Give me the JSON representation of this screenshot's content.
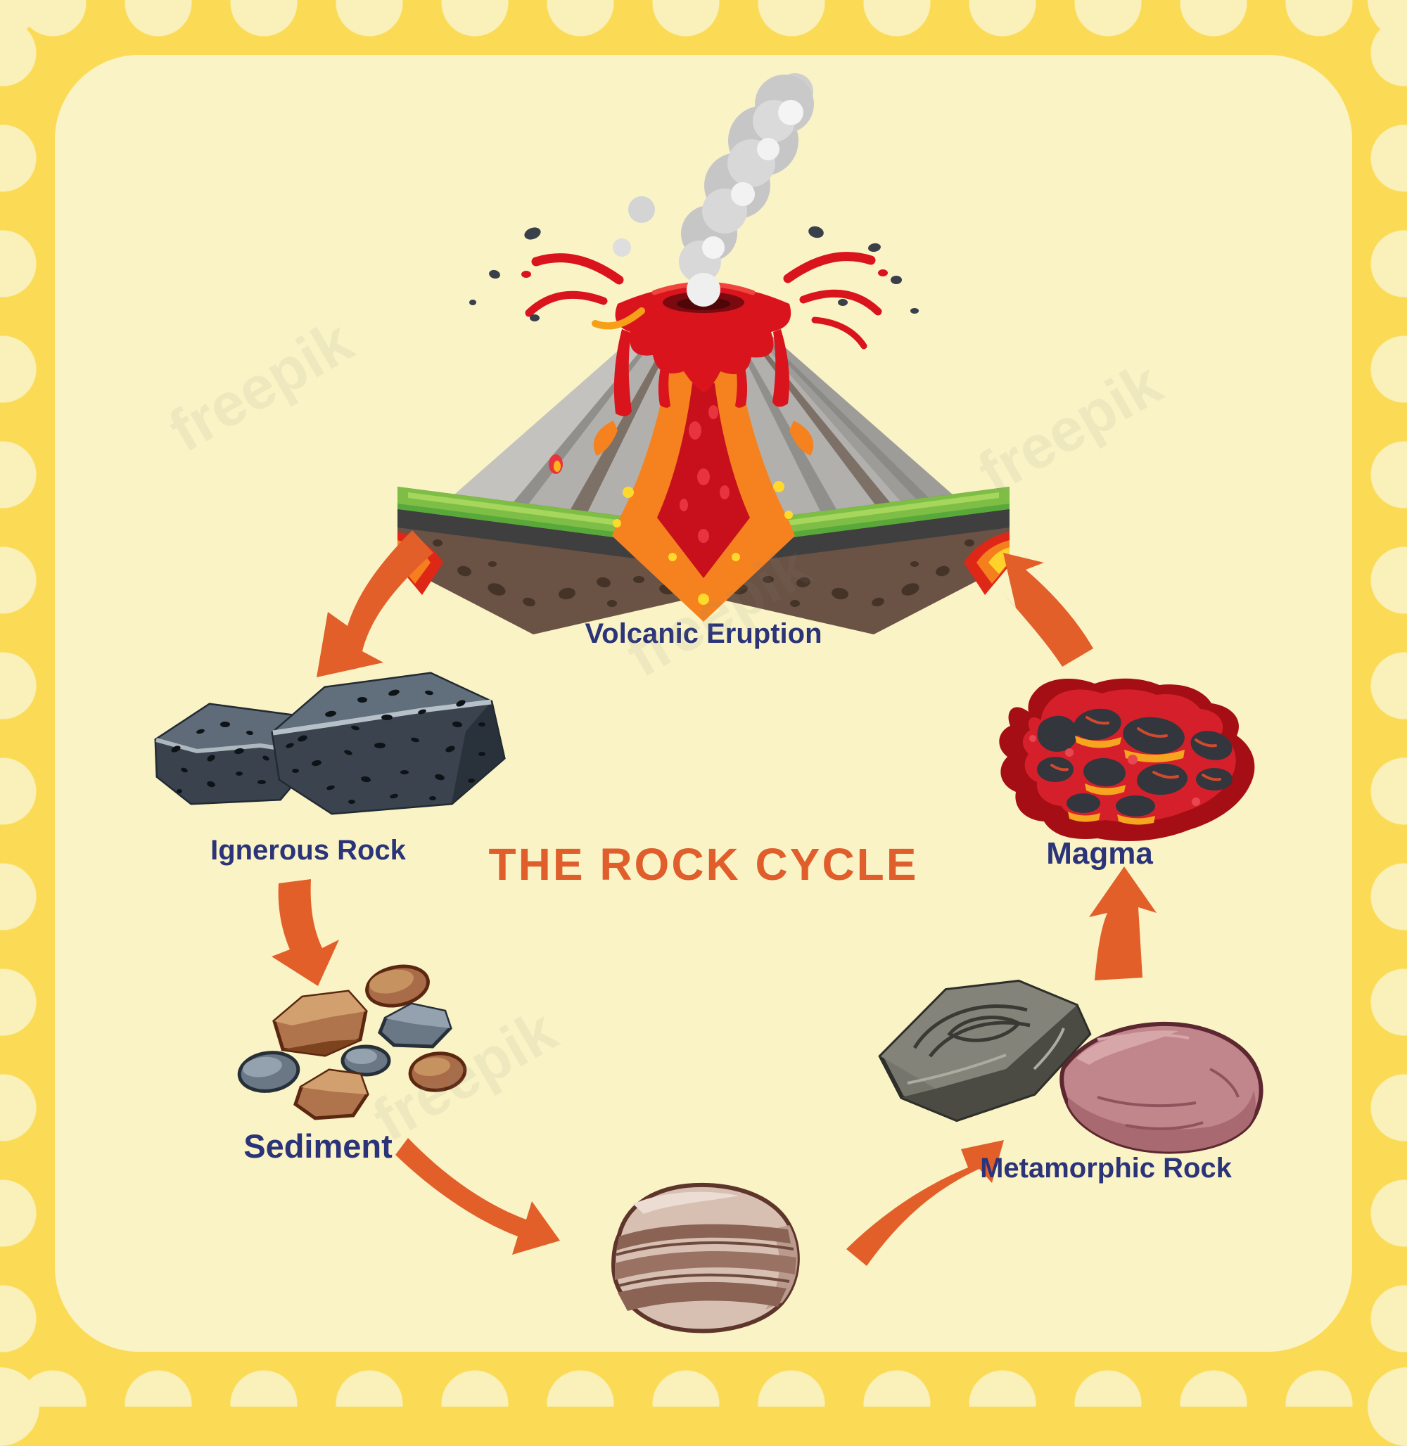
{
  "title": {
    "text": "THE ROCK CYCLE"
  },
  "labels": {
    "volcanic_eruption": "Volcanic Eruption",
    "igneous_rock": "Ignerous Rock",
    "sediment": "Sediment",
    "metamorphic_rock": "Metamorphic Rock",
    "magma": "Magma"
  },
  "watermark": {
    "text": "freepik"
  },
  "colors": {
    "accent_orange": "#E25F2A",
    "title_orange": "#E05E2B",
    "label_navy": "#2B3478",
    "panel_cream": "#FAF3C6",
    "border_yellow": "#FBDB55",
    "border_dot": "#F9F0BA"
  },
  "cycle": {
    "stages": [
      "Volcanic Eruption",
      "Ignerous Rock",
      "Sediment",
      "Metamorphic Rock",
      "Magma"
    ],
    "arrows": [
      {
        "from": "Volcanic Eruption",
        "to": "Ignerous Rock"
      },
      {
        "from": "Ignerous Rock",
        "to": "Sediment"
      },
      {
        "from": "Sediment",
        "to": "unlabeled striped rock"
      },
      {
        "from": "unlabeled striped rock",
        "to": "Metamorphic Rock"
      },
      {
        "from": "Metamorphic Rock",
        "to": "Magma"
      },
      {
        "from": "Magma",
        "to": "Volcanic Eruption"
      }
    ]
  }
}
